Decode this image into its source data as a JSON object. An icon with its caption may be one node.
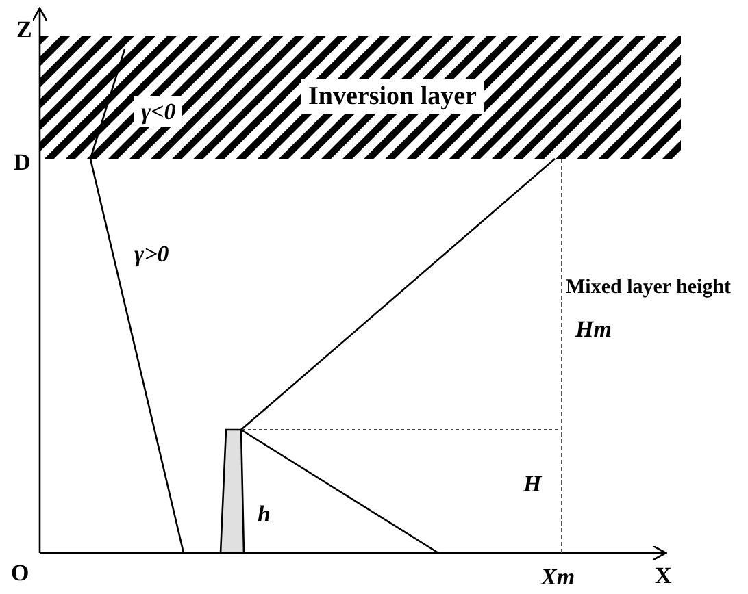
{
  "diagram": {
    "nodes": [
      {
        "text": [
          "Inversion layer"
        ]
      }
    ],
    "labels": [
      "Z",
      "γ<0",
      "D",
      "γ>0",
      "Mixed layer height",
      "Hm",
      "H",
      "h",
      "O",
      "Xm",
      "X"
    ]
  }
}
